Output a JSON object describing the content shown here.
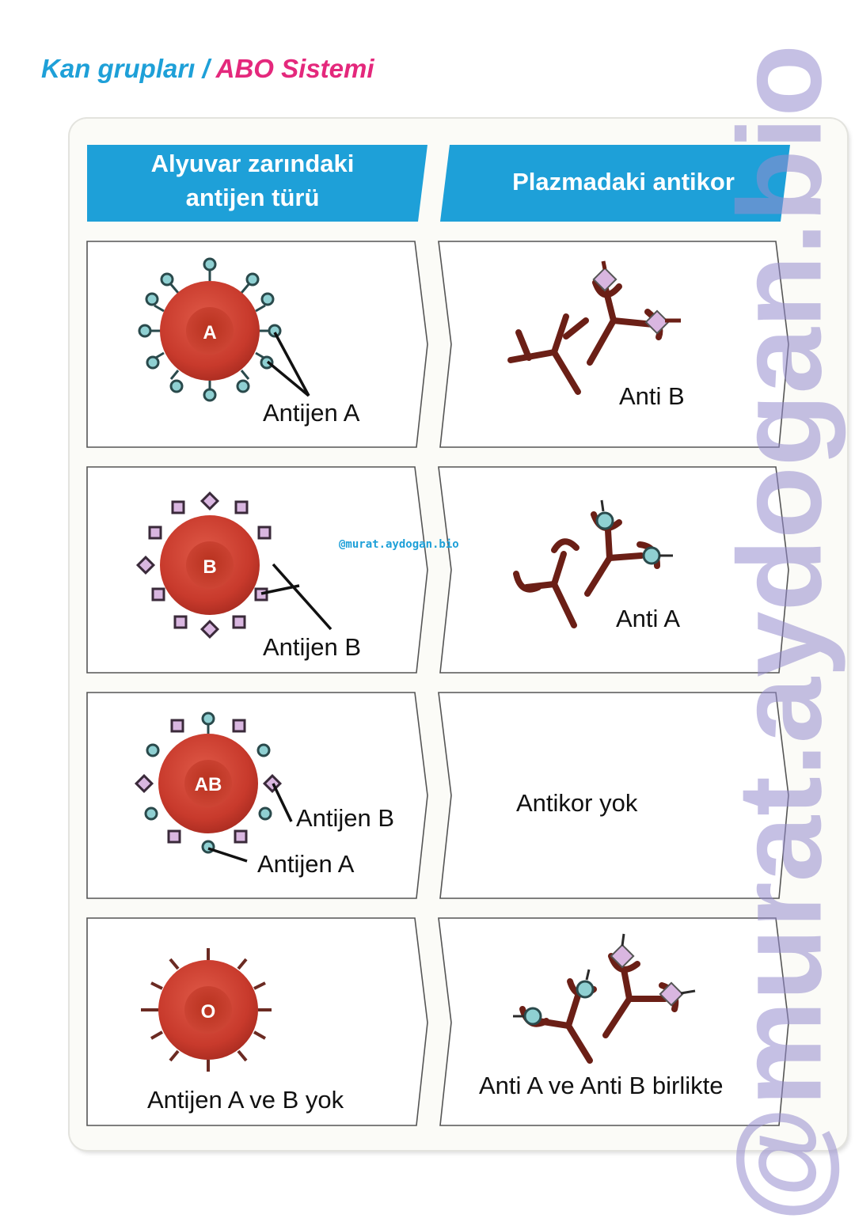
{
  "title": {
    "part1": "Kan grupları / ",
    "part2": "ABO Sistemi"
  },
  "headers": {
    "left_line1": "Alyuvar zarındaki",
    "left_line2": "antijen türü",
    "right": "Plazmadaki antikor"
  },
  "rows": [
    {
      "cell_letter": "A",
      "antigen_label": "Antijen  A",
      "antibody_label": "Anti B"
    },
    {
      "cell_letter": "B",
      "antigen_label": "Antijen  B",
      "antibody_label": "Anti A"
    },
    {
      "cell_letter": "AB",
      "antigen_label_b": "Antijen  B",
      "antigen_label_a": "Antijen  A",
      "antibody_label": "Antikor yok"
    },
    {
      "cell_letter": "O",
      "antigen_label": "Antijen  A ve B yok",
      "antibody_label": "Anti A ve Anti B birlikte"
    }
  ],
  "watermark_small": "@murat.aydogan.bio",
  "watermark_large": "@murat.aydogan.bio",
  "colors": {
    "header_blue": "#1ea0d8",
    "title_pink": "#e4287c",
    "cell_red": "#c83a2c",
    "antibody_brown": "#6b1f16",
    "antigen_a_teal": "#8fd0d2",
    "antigen_b_lilac": "#d9b6e0"
  },
  "icons": [
    "red-blood-cell-icon",
    "antigen-a-circle-icon",
    "antigen-b-diamond-icon",
    "antibody-y-icon"
  ]
}
